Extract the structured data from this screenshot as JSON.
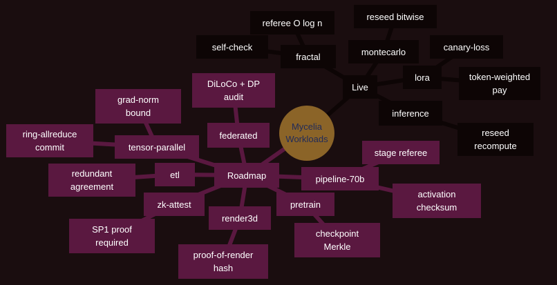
{
  "colors": {
    "background": "#1a0d0f",
    "dark_node": "#0d0505",
    "purple_node": "#5a1840",
    "center_node": "#8b6428",
    "edge": "#4a1535"
  },
  "nodes": {
    "referee_olog": "referee O log n",
    "reseed_bitwise": "reseed bitwise",
    "self_check": "self-check",
    "fractal": "fractal",
    "montecarlo": "montecarlo",
    "canary_loss": "canary-loss",
    "lora": "lora",
    "token_weighted_pay": "token-weighted\npay",
    "live": "Live",
    "inference": "inference",
    "reseed_recompute": "reseed\nrecompute",
    "mycelia": "Mycelia\nWorkloads",
    "diloco_dp": "DiLoCo + DP\naudit",
    "grad_norm": "grad-norm\nbound",
    "federated": "federated",
    "ring_allreduce": "ring-allreduce\ncommit",
    "tensor_parallel": "tensor-parallel",
    "stage_referee": "stage referee",
    "redundant_agreement": "redundant\nagreement",
    "etl": "etl",
    "roadmap": "Roadmap",
    "pipeline_70b": "pipeline-70b",
    "activation_checksum": "activation\nchecksum",
    "zk_attest": "zk-attest",
    "pretrain": "pretrain",
    "render3d": "render3d",
    "sp1_proof": "SP1 proof\nrequired",
    "checkpoint_merkle": "checkpoint\nMerkle",
    "proof_of_render": "proof-of-render\nhash"
  }
}
